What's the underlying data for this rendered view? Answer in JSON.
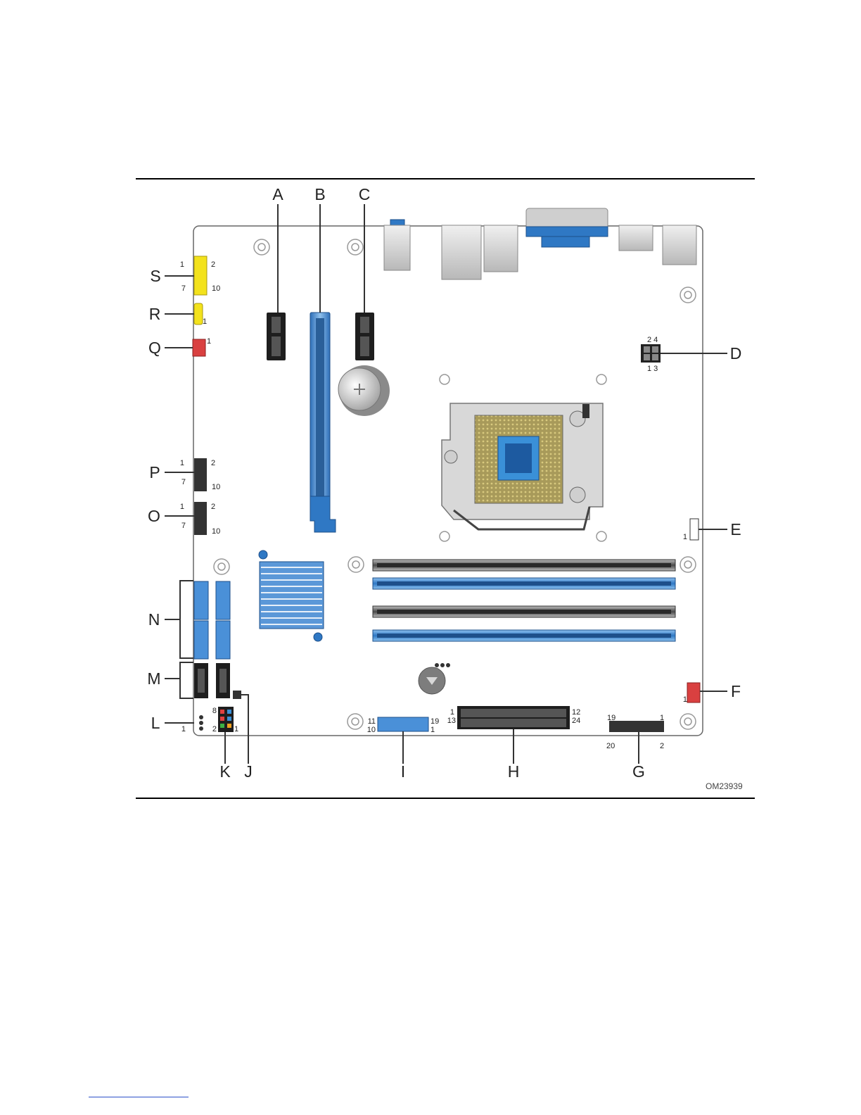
{
  "figure": {
    "identifier": "OM23939",
    "callouts": [
      "A",
      "B",
      "C",
      "D",
      "E",
      "F",
      "G",
      "H",
      "I",
      "J",
      "K",
      "L",
      "M",
      "N",
      "O",
      "P",
      "Q",
      "R",
      "S"
    ],
    "pins": {
      "S": {
        "tl": "1",
        "tr": "2",
        "bl": "7",
        "br": "10"
      },
      "R": {
        "b": "1"
      },
      "Q": {
        "r": "1"
      },
      "P": {
        "tl": "1",
        "tr": "2",
        "bl": "7",
        "br": "10"
      },
      "O": {
        "tl": "1",
        "tr": "2",
        "bl": "7",
        "br": "10"
      },
      "D": {
        "top": "2 4",
        "bottom": "1 3"
      },
      "E": {
        "l": "1"
      },
      "F": {
        "l": "1"
      },
      "G": {
        "tl": "19",
        "tr": "1",
        "bl": "20",
        "br": "2"
      },
      "H": {
        "tl": "1",
        "tr": "12",
        "bl": "13",
        "br": "24"
      },
      "I": {
        "tl": "11",
        "tr": "19",
        "bl": "10",
        "br": "1"
      },
      "K": {
        "t": "8",
        "l": "2",
        "r": "1"
      },
      "L": {
        "l": "1"
      }
    }
  }
}
